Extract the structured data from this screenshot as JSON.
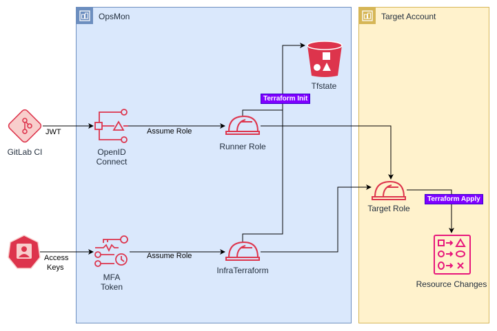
{
  "groups": {
    "opsmon": {
      "title": "OpsMon"
    },
    "target": {
      "title": "Target Account"
    }
  },
  "nodes": {
    "gitlab": "GitLab CI",
    "access_keys": "",
    "openid_line1": "OpenID",
    "openid_line2": "Connect",
    "mfa_line1": "MFA",
    "mfa_line2": "Token",
    "runner_role": "Runner Role",
    "infra_terraform": "InfraTerraform",
    "tfstate": "Tfstate",
    "target_role": "Target Role",
    "resource_changes": "Resource Changes"
  },
  "edges": {
    "jwt": "JWT",
    "access_keys_line1": "Access",
    "access_keys_line2": "Keys",
    "assume_role_top": "Assume Role",
    "assume_role_bottom": "Assume Role"
  },
  "tags": {
    "terraform_init": "Terraform Init",
    "terraform_apply": "Terraform Apply"
  },
  "colors": {
    "opsmon_fill": "#dae8fc",
    "opsmon_stroke": "#6c8ebf",
    "target_fill": "#fff2cc",
    "target_stroke": "#d6b656",
    "aws_red": "#dd344c",
    "aws_magenta": "#e7157b",
    "gitlab_fill": "#f8cecc",
    "tag_purple": "#7f00ff"
  }
}
